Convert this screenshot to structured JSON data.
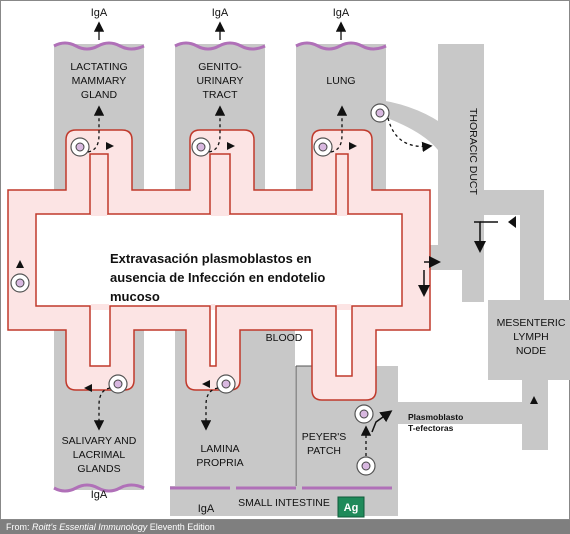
{
  "diagram": {
    "compartments": {
      "lactating": "LACTATING|MAMMARY|GLAND",
      "genito": "GENITO-|URINARY|TRACT",
      "lung": "LUNG",
      "salivary": "SALIVARY AND|LACRIMAL|GLANDS",
      "lamina": "LAMINA|PROPRIA",
      "peyers": "PEYER'S|PATCH",
      "mesenteric": "MESENTERIC|LYMPH|NODE",
      "thoracic": "THORACIC DUCT",
      "blood": "BLOOD",
      "small_intestine": "SMALL INTESTINE"
    },
    "iga_label": "IgA",
    "ag_label": "Ag",
    "annotation": "Extravasación plasmoblastos en|ausencia de Infección en endotelio|mucoso",
    "cell_labels": "Plasmoblasto|T-efectoras",
    "colors": {
      "tissue": "#c8c8c8",
      "blood_fill": "#fce4e4",
      "blood_stroke": "#c0392b",
      "epithelium": "#b070b8",
      "ag": "#1f8a5a"
    }
  },
  "footer": {
    "prefix": "From: ",
    "source": "Roitt's Essential Immunology",
    "edition": " Eleventh Edition"
  }
}
